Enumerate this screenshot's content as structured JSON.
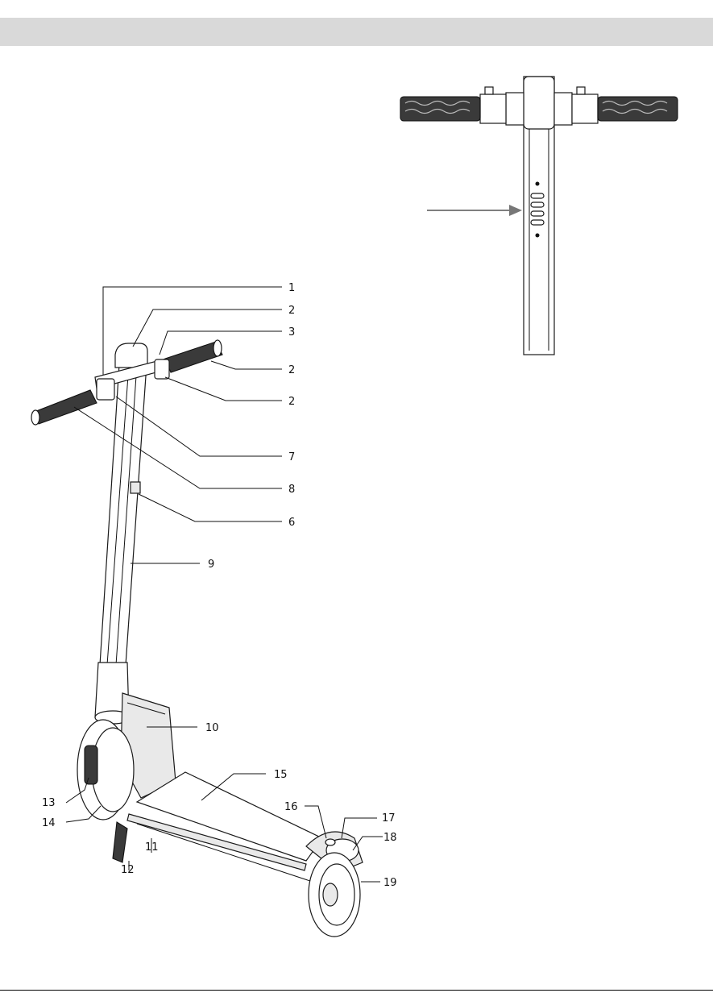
{
  "callouts": [
    {
      "id": "c1",
      "text": "1"
    },
    {
      "id": "c2a",
      "text": "2"
    },
    {
      "id": "c3",
      "text": "3"
    },
    {
      "id": "c2b",
      "text": "2"
    },
    {
      "id": "c2c",
      "text": "2"
    },
    {
      "id": "c7",
      "text": "7"
    },
    {
      "id": "c8",
      "text": "8"
    },
    {
      "id": "c6",
      "text": "6"
    },
    {
      "id": "c9",
      "text": "9"
    },
    {
      "id": "c10",
      "text": "10"
    },
    {
      "id": "c15",
      "text": "15"
    },
    {
      "id": "c13",
      "text": "13"
    },
    {
      "id": "c16",
      "text": "16"
    },
    {
      "id": "c17",
      "text": "17"
    },
    {
      "id": "c14",
      "text": "14"
    },
    {
      "id": "c18",
      "text": "18"
    },
    {
      "id": "c11",
      "text": "11"
    },
    {
      "id": "c12",
      "text": "12"
    },
    {
      "id": "c19",
      "text": "19"
    }
  ],
  "colors": {
    "header_bar": "#d9d9d9",
    "line": "#111111",
    "grip": "#3a3a3a"
  }
}
